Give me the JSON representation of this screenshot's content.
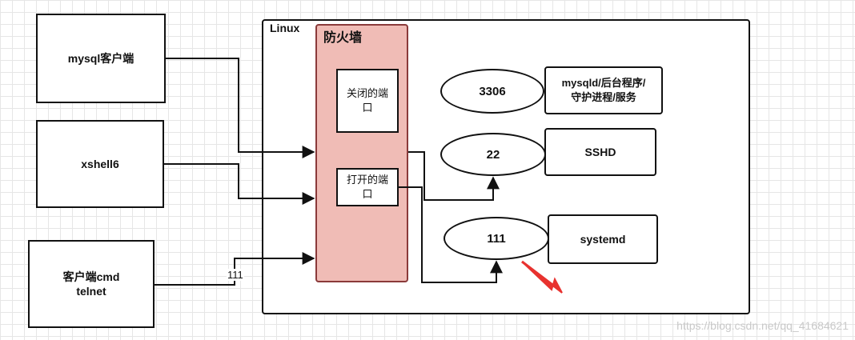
{
  "linux_label": "Linux",
  "firewall_label": "防火墙",
  "clients": {
    "mysql_client": "mysql客户端",
    "xshell": "xshell6",
    "cmd_client": "客户端cmd\ntelnet"
  },
  "ports": {
    "closed": "关闭的端\n口",
    "open": "打开的端\n口"
  },
  "services": {
    "port_3306": "3306",
    "mysqld": "mysqld/后台程序/\n守护进程/服务",
    "port_22": "22",
    "sshd": "SSHD",
    "port_111": "111",
    "systemd": "systemd"
  },
  "edge_label_111": "111",
  "watermark": "https://blog.csdn.net/qq_41684621",
  "colors": {
    "firewall_fill": "#f0bcb6",
    "firewall_border": "#8a3a3a",
    "annotation_arrow": "#e8322f",
    "grid": "#e6e6e6"
  }
}
